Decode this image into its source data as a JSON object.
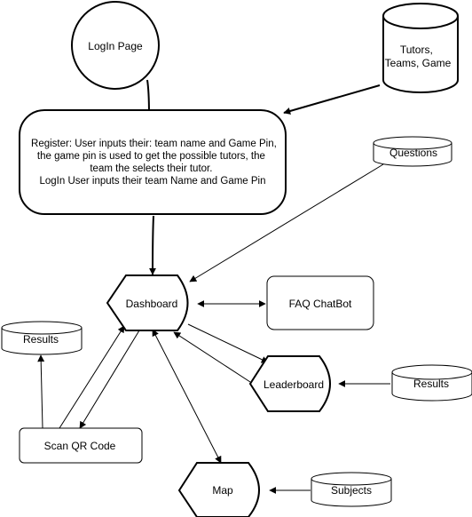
{
  "nodes": {
    "login_page": {
      "label": "LogIn Page"
    },
    "tutors_db": {
      "lines": [
        "Tutors,",
        "Teams, Game"
      ]
    },
    "registration": {
      "lines": [
        "Register: User inputs their: team name and Game Pin,",
        "the game pin is used to get the possible tutors, the",
        "team the selects their tutor.",
        "LogIn User inputs their team Name and Game Pin"
      ]
    },
    "questions_db": {
      "label": "Questions"
    },
    "dashboard": {
      "label": "Dashboard"
    },
    "faq_chatbot": {
      "label": "FAQ ChatBot"
    },
    "results_db_left": {
      "label": "Results"
    },
    "leaderboard": {
      "label": "Leaderboard"
    },
    "results_db_right": {
      "label": "Results"
    },
    "scan_qr": {
      "label": "Scan QR Code"
    },
    "map": {
      "label": "Map"
    },
    "subjects_db": {
      "label": "Subjects"
    }
  },
  "colors": {
    "stroke": "#000000",
    "fill": "#ffffff"
  }
}
